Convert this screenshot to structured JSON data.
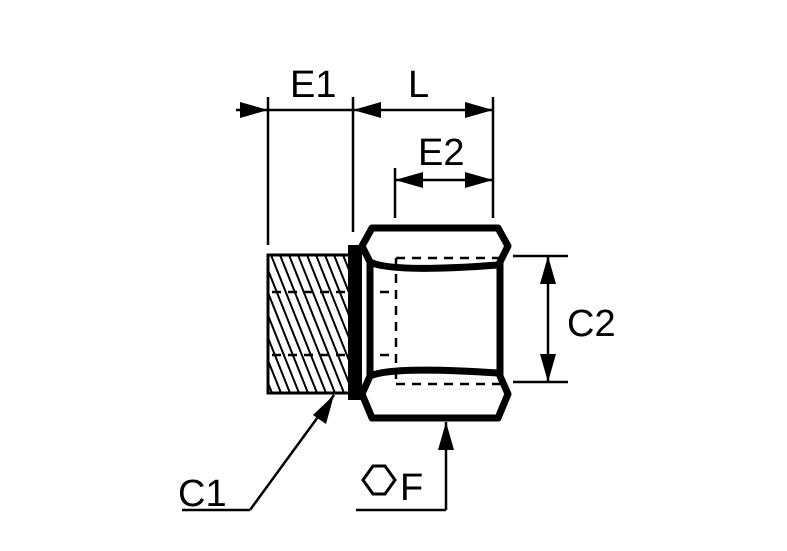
{
  "labels": {
    "e1": "E1",
    "l": "L",
    "e2": "E2",
    "c2": "C2",
    "c1": "C1",
    "f": "F"
  },
  "icons": {
    "hex": "hexagon-icon"
  },
  "colors": {
    "ink": "#000000",
    "background": "#ffffff"
  }
}
